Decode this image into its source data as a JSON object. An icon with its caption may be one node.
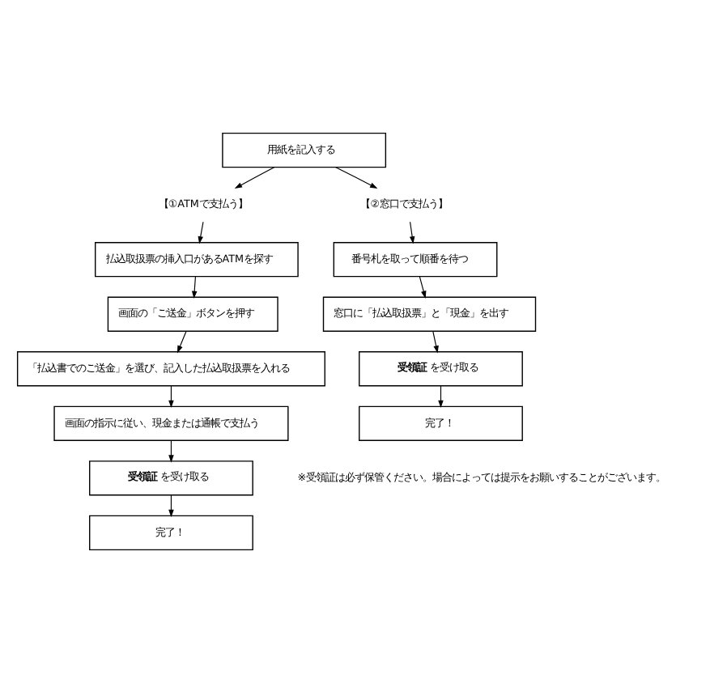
{
  "diagram": {
    "nodes": [
      {
        "text": [
          "用紙を記入する"
        ]
      },
      {
        "text": [
          "【①ATMで支払う】"
        ]
      },
      {
        "text": [
          "【②窓口で支払う】"
        ]
      },
      {
        "text": [
          "払込取扱票の挿入口があるATMを探す"
        ]
      },
      {
        "text": [
          "画面の「ご送金」ボタンを押す"
        ]
      },
      {
        "text": [
          "「払込書でのご送金」を選び、記入した払込取扱票を入れる"
        ]
      },
      {
        "text": [
          "画面の指示に従い、現金または通帳で支払う"
        ]
      },
      {
        "text": [
          "**受領証**を受け取る"
        ]
      },
      {
        "text": [
          "完了！"
        ]
      },
      {
        "text": [
          "番号札を取って順番を待つ"
        ]
      },
      {
        "text": [
          "窓口に「払込取扱票」と「現金」を出す"
        ]
      },
      {
        "text": [
          "**受領証**を受け取る"
        ]
      },
      {
        "text": [
          "完了！"
        ]
      }
    ],
    "edges": [
      {
        "from": 0,
        "to": 1,
        "arrow": "to"
      },
      {
        "from": 0,
        "to": 2,
        "arrow": "to"
      },
      {
        "from": 1,
        "to": 3,
        "arrow": "to"
      },
      {
        "from": 3,
        "to": 4,
        "arrow": "to"
      },
      {
        "from": 4,
        "to": 5,
        "arrow": "to"
      },
      {
        "from": 5,
        "to": 6,
        "arrow": "to"
      },
      {
        "from": 6,
        "to": 7,
        "arrow": "to"
      },
      {
        "from": 7,
        "to": 8,
        "arrow": "to"
      },
      {
        "from": 2,
        "to": 9,
        "arrow": "to"
      },
      {
        "from": 9,
        "to": 10,
        "arrow": "to"
      },
      {
        "from": 10,
        "to": 11,
        "arrow": "to"
      },
      {
        "from": 11,
        "to": 12,
        "arrow": "to"
      }
    ],
    "labels": [
      "※受領証は必ず保管ください。場合によっては提示をお願いすることがございます。"
    ]
  }
}
